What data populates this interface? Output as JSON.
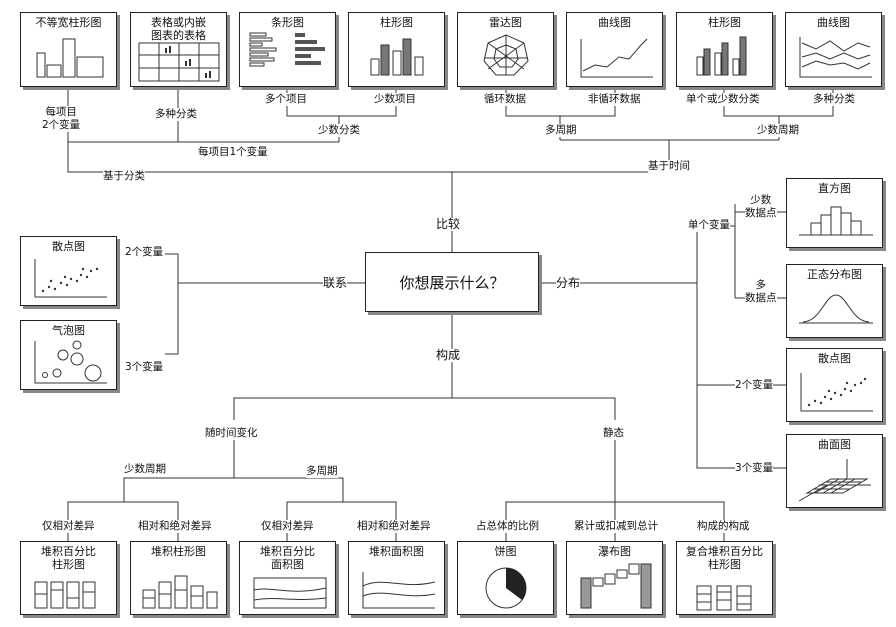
{
  "center": "你想展示什么？",
  "main": {
    "compare": "比较",
    "relation": "联系",
    "distribution": "分布",
    "composition": "构成"
  },
  "compare": {
    "by_category": "基于分类",
    "by_time": "基于时间",
    "one_var_per_item": "每项目1个变量",
    "two_var_per_item": "每项目\n2个变量",
    "many_categories": "多种分类",
    "few_categories": "少数分类",
    "many_items": "多个项目",
    "few_items": "少数项目",
    "many_periods": "多周期",
    "few_periods": "少数周期",
    "cyclic": "循环数据",
    "non_cyclic": "非循环数据",
    "single_or_few": "单个或少数分类",
    "many_cat": "多种分类"
  },
  "relation": {
    "two_var": "2个变量",
    "three_var": "3个变量"
  },
  "distribution": {
    "single_var": "单个变量",
    "few_points": "少数\n数据点",
    "many_points": "多\n数据点",
    "two_var": "2个变量",
    "three_var": "3个变量"
  },
  "composition": {
    "over_time": "随时间变化",
    "static": "静态",
    "few_periods": "少数周期",
    "many_periods": "多周期",
    "relative_only_1": "仅相对差异",
    "rel_abs_1": "相对和绝对差异",
    "relative_only_2": "仅相对差异",
    "rel_abs_2": "相对和绝对差异",
    "share_total": "占总体的比例",
    "accumulate": "累计或扣减到总计",
    "comp_of_comp": "构成的构成"
  },
  "charts": {
    "variable_width": "不等宽柱形图",
    "table_embedded": "表格或内嵌\n图表的表格",
    "bar": "条形图",
    "column1": "柱形图",
    "radar": "雷达图",
    "line1": "曲线图",
    "column2": "柱形图",
    "line2": "曲线图",
    "scatter1": "散点图",
    "bubble": "气泡图",
    "histogram": "直方图",
    "normal": "正态分布图",
    "scatter2": "散点图",
    "surface": "曲面图",
    "stacked100_col": "堆积百分比\n柱形图",
    "stacked_col": "堆积柱形图",
    "stacked100_area": "堆积百分比\n面积图",
    "stacked_area": "堆积面积图",
    "pie": "饼图",
    "waterfall": "瀑布图",
    "stacked100_sub": "复合堆积百分比\n柱形图"
  }
}
